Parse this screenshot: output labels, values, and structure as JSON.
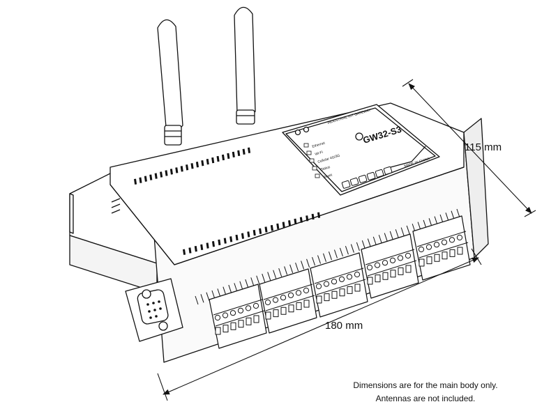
{
  "device": {
    "model": "GW32-S3",
    "header": "INDUSTRIAL IOT GATEWAY",
    "origin": "MADE IN CHINA",
    "indicators": [
      "Ethernet",
      "Wi-Fi",
      "Cellular 4G/3G",
      "Status",
      "Reset"
    ]
  },
  "dimensions": {
    "depth": "115 mm",
    "length": "180 mm"
  },
  "notes": {
    "line1": "Dimensions are for the main body only.",
    "line2": "Antennas are not included."
  },
  "colors": {
    "stroke": "#111111",
    "fill": "#ffffff",
    "shade": "#f2f2f2"
  }
}
